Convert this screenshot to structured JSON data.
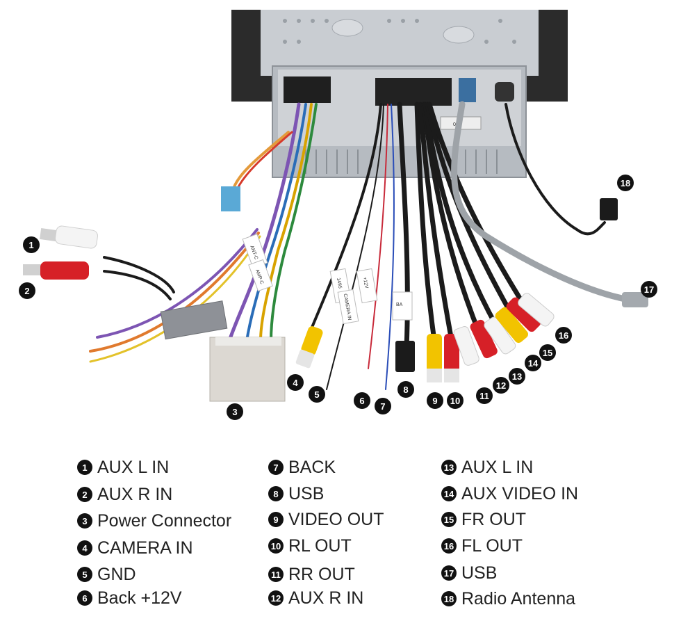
{
  "callouts": [
    "1",
    "2",
    "3",
    "4",
    "5",
    "6",
    "7",
    "8",
    "9",
    "10",
    "11",
    "12",
    "13",
    "14",
    "15",
    "16",
    "17",
    "18"
  ],
  "device_tags": {
    "tag_024": "024",
    "tag_1495": "1495",
    "tag_12v": "+12V",
    "tag_camera": "CAMERA IN",
    "tag_ant": "ANT-C",
    "tag_amp": "AMP-C",
    "tag_back": "BA"
  },
  "legend": [
    {
      "num": "1",
      "label": "AUX L IN"
    },
    {
      "num": "2",
      "label": "AUX R IN"
    },
    {
      "num": "3",
      "label": "Power  Connector"
    },
    {
      "num": "4",
      "label": "CAMERA IN"
    },
    {
      "num": "5",
      "label": "GND"
    },
    {
      "num": "6",
      "label": "Back +12V"
    },
    {
      "num": "7",
      "label": "BACK"
    },
    {
      "num": "8",
      "label": "USB"
    },
    {
      "num": "9",
      "label": "VIDEO OUT"
    },
    {
      "num": "10",
      "label": "RL OUT"
    },
    {
      "num": "11",
      "label": "RR OUT"
    },
    {
      "num": "12",
      "label": "AUX R IN"
    },
    {
      "num": "13",
      "label": "AUX L IN"
    },
    {
      "num": "14",
      "label": "AUX VIDEO IN"
    },
    {
      "num": "15",
      "label": "FR OUT"
    },
    {
      "num": "16",
      "label": "FL OUT"
    },
    {
      "num": "17",
      "label": "USB"
    },
    {
      "num": "18",
      "label": "Radio Antenna"
    }
  ],
  "colors": {
    "chassis": "#bfc3c8",
    "chassis_dark": "#8d9298",
    "rca_red": "#d62027",
    "rca_yellow": "#f2c300",
    "rca_white": "#f4f4f4",
    "cable_black": "#1b1b1b",
    "cable_gray": "#9ea3a8",
    "connector_beige": "#ddd9d3",
    "connector_blue": "#5aa9d6"
  }
}
